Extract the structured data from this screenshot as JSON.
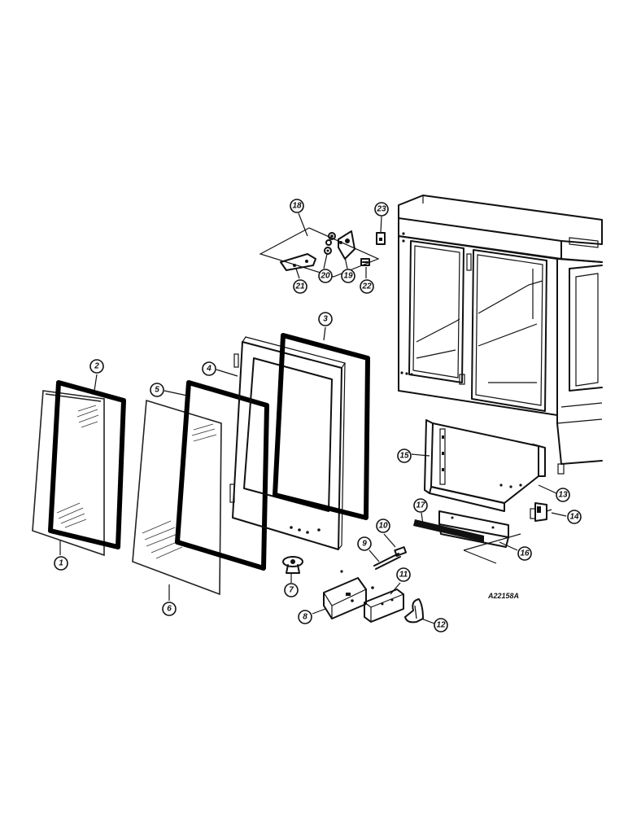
{
  "figure": {
    "catalog_number": "A22158A",
    "callouts": [
      "1",
      "2",
      "3",
      "4",
      "5",
      "6",
      "7",
      "8",
      "9",
      "10",
      "11",
      "12",
      "13",
      "14",
      "15",
      "16",
      "17",
      "18",
      "19",
      "20",
      "21",
      "22",
      "23"
    ]
  }
}
